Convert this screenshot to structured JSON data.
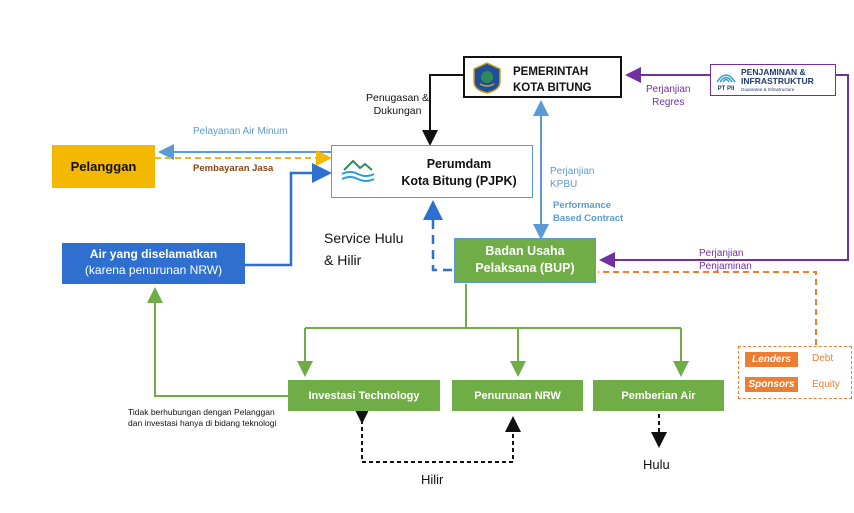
{
  "nodes": {
    "pemerintah": {
      "line1": "PEMERINTAH",
      "line2": "KOTA BITUNG"
    },
    "ptpii": {
      "mark": "PT PII",
      "brand_line1": "PENJAMINAN &",
      "brand_line2": "INFRASTRUKTUR",
      "tagline": "Guarantee & Infrastructure"
    },
    "pelanggan": {
      "label": "Pelanggan"
    },
    "perumdam": {
      "line1": "Perumdam",
      "line2": "Kota Bitung (PJPK)"
    },
    "bup": {
      "line1": "Badan Usaha",
      "line2": "Pelaksana (BUP)"
    },
    "air": {
      "line1": "Air yang diselamatkan",
      "line2": "(karena penurunan NRW)"
    },
    "investasi": {
      "label": "Investasi Technology"
    },
    "nrw": {
      "label": "Penurunan NRW"
    },
    "pemberian": {
      "label": "Pemberian Air"
    }
  },
  "edge_labels": {
    "penugasan_1": "Penugasan &",
    "penugasan_2": "Dukungan",
    "pelayanan": "Pelayanan Air Minum",
    "pembayaran": "Pembayaran Jasa",
    "regres_1": "Perjanjian",
    "regres_2": "Regres",
    "kpbu_1": "Perjanjian",
    "kpbu_2": "KPBU",
    "performance_1": "Performance",
    "performance_2": "Based Contract",
    "service_1": "Service Hulu",
    "service_2": "& Hilir",
    "penjaminan_1": "Perjanjian",
    "penjaminan_2": "Penjaminan",
    "tidak_1": "Tidak berhubungan dengan Pelanggan",
    "tidak_2": "dan investasi hanya di bidang teknologi",
    "hilir": "Hilir",
    "hulu": "Hulu"
  },
  "financing": {
    "lenders": "Lenders",
    "debt": "Debt",
    "sponsors": "Sponsors",
    "equity": "Equity"
  },
  "colors": {
    "black": "#111111",
    "blue_light": "#5b9bd5",
    "blue_dark": "#2f6fd0",
    "green": "#70ad47",
    "purple": "#7030a0",
    "orange": "#ed7d31",
    "yellow": "#f5b800"
  }
}
